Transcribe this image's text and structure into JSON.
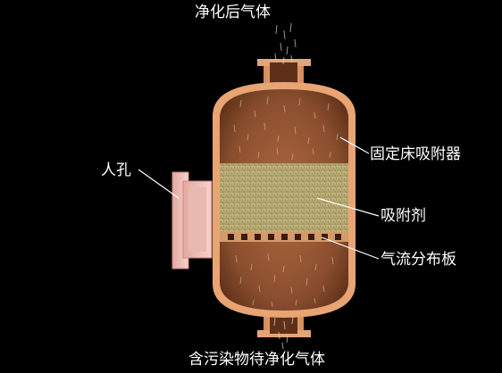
{
  "labels": {
    "outlet": "净化后气体",
    "inlet": "含污染物待净化气体",
    "vessel": "固定床吸附器",
    "adsorbent": "吸附剂",
    "distributor": "气流分布板",
    "manhole": "人孔"
  },
  "colors": {
    "background": "#000000",
    "wall": "#e8a473",
    "chamber": "#8a4e2e",
    "adsorbent_bed": "#c2b47f",
    "manhole_fill": "#f0c4bc",
    "leader_line": "#ffffff",
    "label_text": "#ffffff"
  }
}
